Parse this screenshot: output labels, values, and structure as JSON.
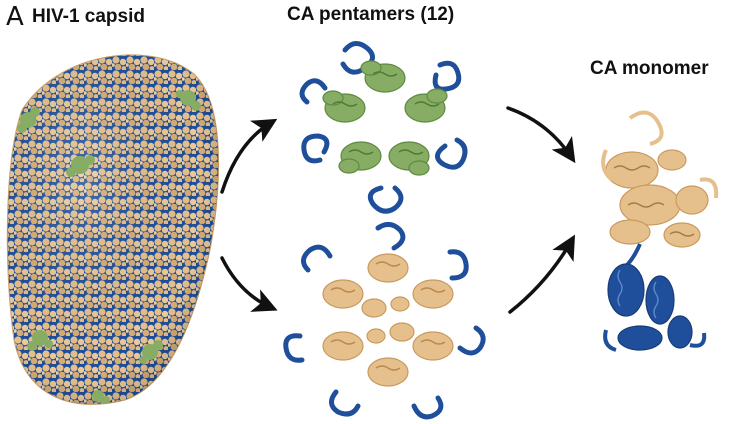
{
  "figure": {
    "panel_letter": "A",
    "capsid_title": "HIV-1 capsid",
    "pentamer_title": "CA pentamers (12)",
    "monomer_title": "CA monomer"
  },
  "colors": {
    "ntd_tan": "#e6c08c",
    "ctd_blue": "#1f4f9a",
    "pentamer_green": "#86ad63",
    "arrow": "#111111"
  },
  "icons": {
    "capsid": "hiv-capsid-surface",
    "pentamer": "ca-pentamer-ribbon",
    "hexamer": "ca-hexamer-ribbon",
    "monomer": "ca-monomer-ribbon",
    "arrows": "curved-arrow"
  }
}
